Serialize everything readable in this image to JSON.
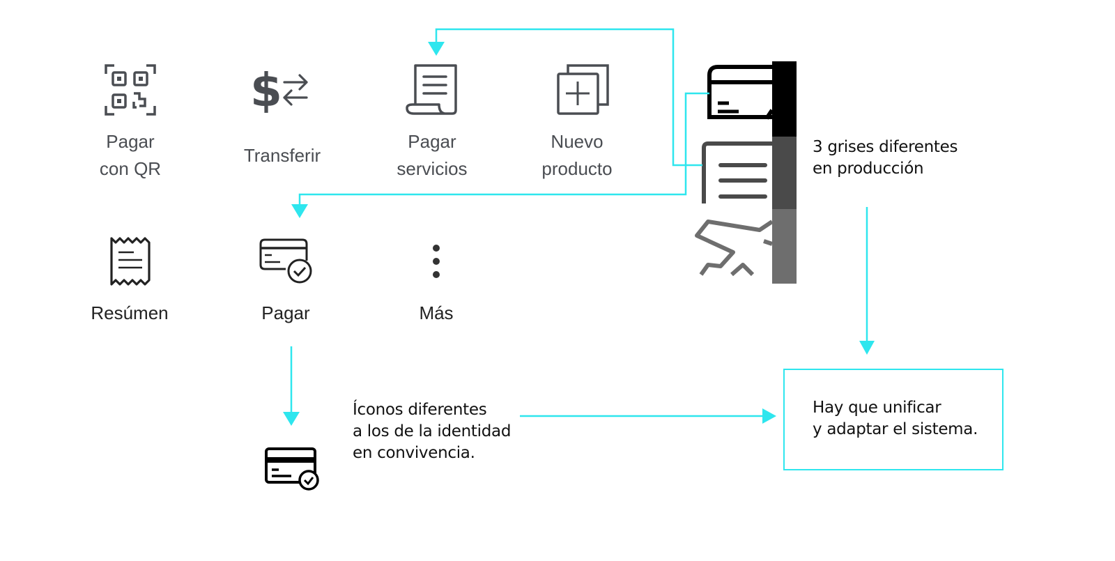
{
  "colors": {
    "connector": "#2ee6ee",
    "icon_gray": "#4a4d52",
    "icon_black": "#111111",
    "gray_dark": "#000000",
    "gray_mid": "#4a4a4a",
    "gray_light": "#6e6e6e"
  },
  "menu": {
    "items": [
      {
        "id": "pagar-qr",
        "icon": "qr-code-icon",
        "label_lines": [
          "Pagar",
          "con QR"
        ]
      },
      {
        "id": "transferir",
        "icon": "dollar-transfer-icon",
        "label_lines": [
          "Transferir"
        ]
      },
      {
        "id": "pagar-servicios",
        "icon": "receipt-scroll-icon",
        "label_lines": [
          "Pagar",
          "servicios"
        ]
      },
      {
        "id": "nuevo-producto",
        "icon": "add-product-icon",
        "label_lines": [
          "Nuevo",
          "producto"
        ]
      },
      {
        "id": "resumen",
        "icon": "receipt-icon",
        "label_lines": [
          "Resúmen"
        ]
      },
      {
        "id": "pagar",
        "icon": "card-check-icon",
        "label_lines": [
          "Pagar"
        ]
      },
      {
        "id": "mas",
        "icon": "more-vertical-icon",
        "label_lines": [
          "Más"
        ]
      }
    ]
  },
  "notes": {
    "grays": [
      "3 grises diferentes",
      "en producción"
    ],
    "icons": [
      "Íconos diferentes",
      "a los de la identidad",
      "en convivencia."
    ],
    "conclusion": [
      "Hay que unificar",
      "y adaptar el sistema."
    ]
  }
}
